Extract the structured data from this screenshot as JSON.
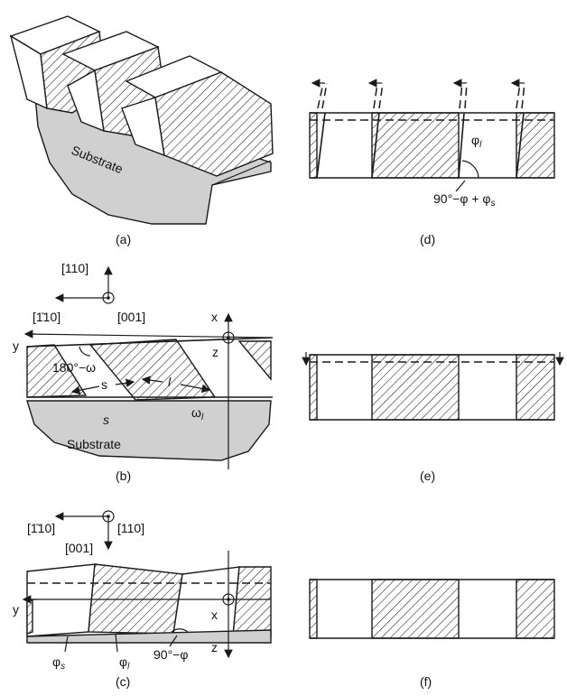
{
  "panels": {
    "a": {
      "label": "(a)",
      "substrate": "Substrate"
    },
    "b": {
      "label": "(b)",
      "substrate": "Substrate",
      "dir_110": "[110]",
      "dir_1bar10": "[1̄10]",
      "dir_001": "[001]",
      "axis_x": "x",
      "axis_y": "y",
      "axis_z": "z",
      "angle": "180°−ω",
      "s_arrow": "s",
      "l_arrow": "l",
      "s_mark": "s",
      "omega_l": "ω"
    },
    "c": {
      "label": "(c)",
      "dir_1bar10": "[1̄10]",
      "dir_110": "[110]",
      "dir_001": "[001]",
      "axis_x": "x",
      "axis_y": "y",
      "axis_z": "z",
      "phi_s": "φ",
      "phi_l": "φ",
      "angle": "90°−φ"
    },
    "d": {
      "label": "(d)",
      "phi_l": "φ",
      "angle": "90°−φ + φ"
    },
    "e": {
      "label": "(e)"
    },
    "f": {
      "label": "(f)"
    }
  },
  "colors": {
    "substrate": "#d0d0d0",
    "ink": "#1a1a1a"
  }
}
